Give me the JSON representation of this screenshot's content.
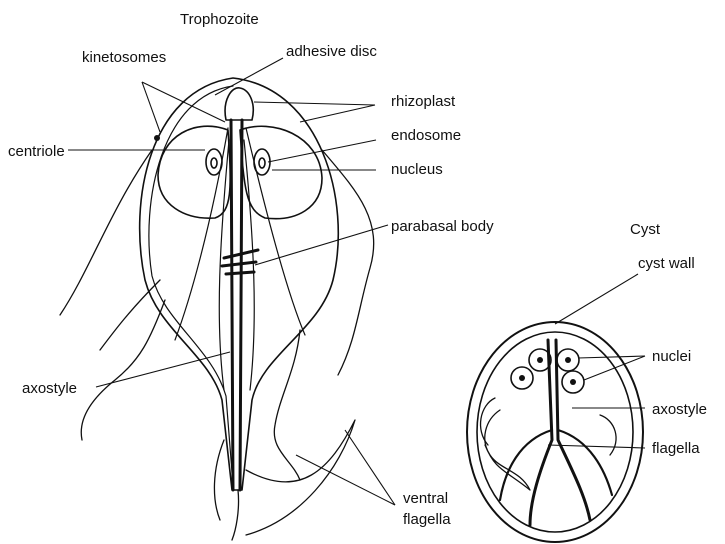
{
  "trophozoite": {
    "title": "Trophozoite",
    "labels": {
      "kinetosomes": "kinetosomes",
      "adhesive_disc": "adhesive disc",
      "rhizoplast": "rhizoplast",
      "endosome": "endosome",
      "centriole": "centriole",
      "nucleus": "nucleus",
      "parabasal_body": "parabasal body",
      "axostyle": "axostyle",
      "ventral_flagella_line1": "ventral",
      "ventral_flagella_line2": "flagella"
    }
  },
  "cyst": {
    "title": "Cyst",
    "labels": {
      "cyst_wall": "cyst wall",
      "nuclei": "nuclei",
      "axostyle": "axostyle",
      "flagella": "flagella"
    }
  },
  "colors": {
    "ink": "#111111",
    "background": "#ffffff"
  }
}
